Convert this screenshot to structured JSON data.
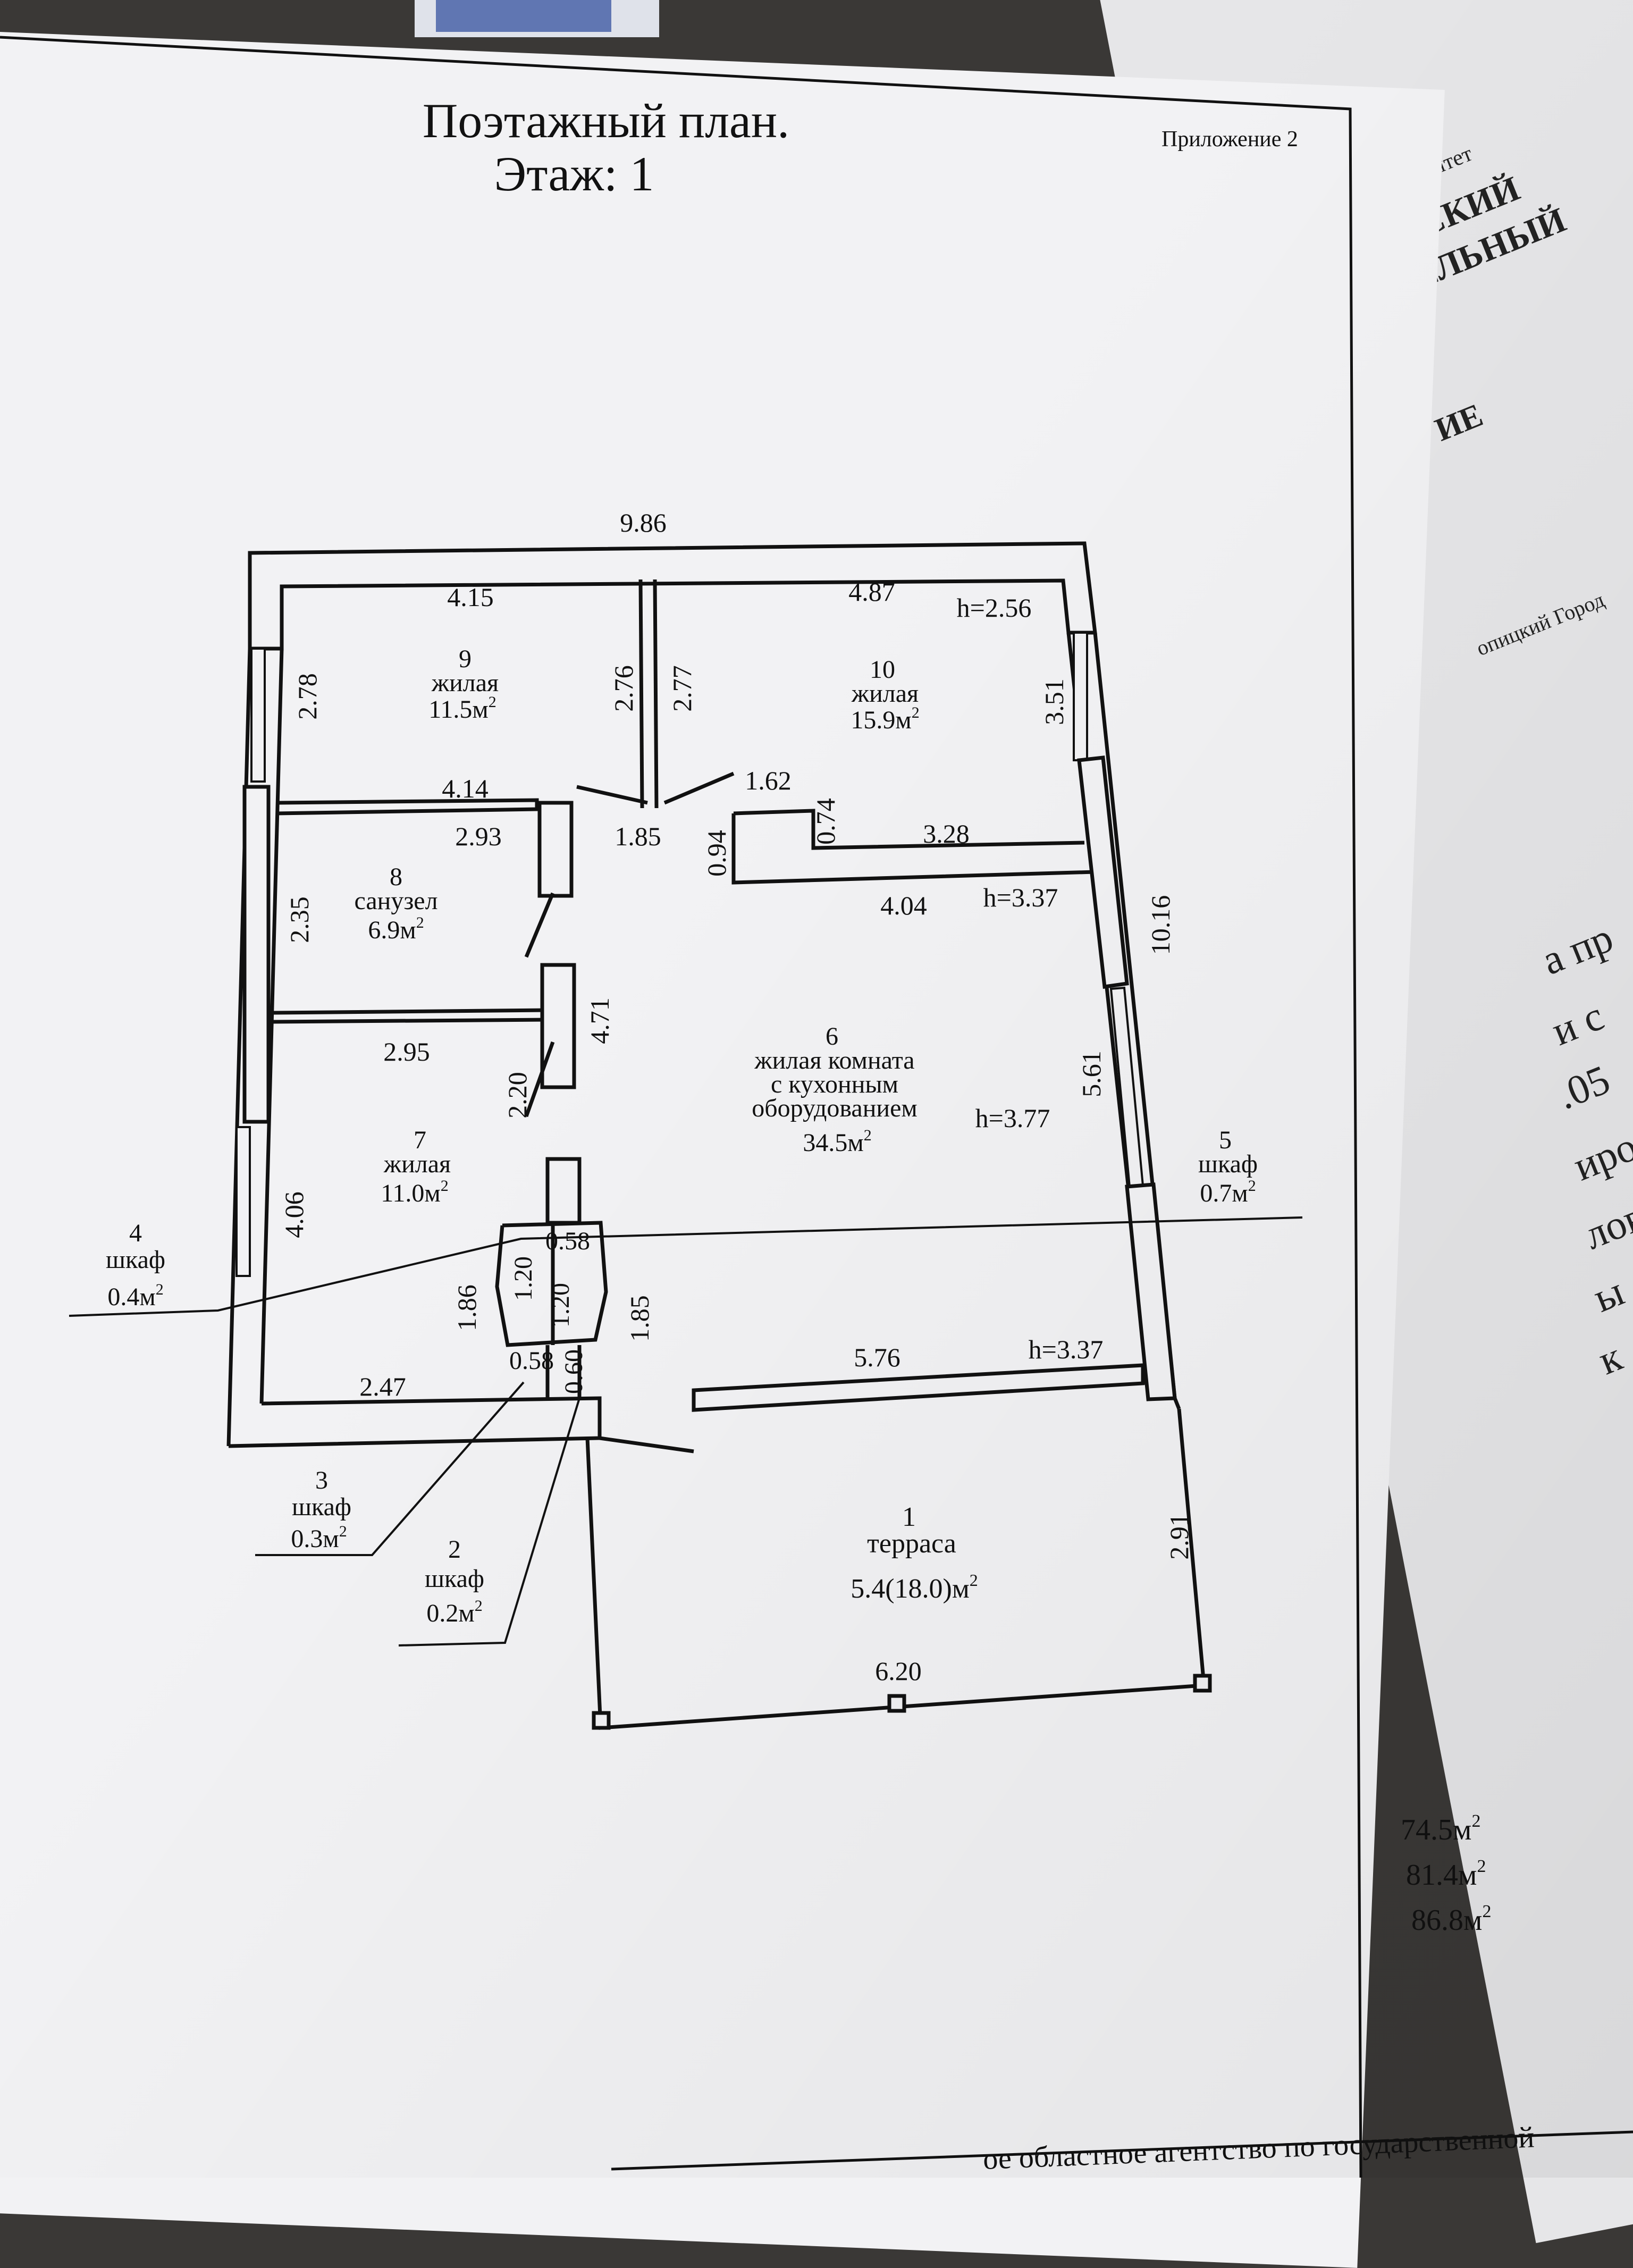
{
  "header": {
    "title_line1": "Поэтажный план.",
    "title_line2": "Этаж: 1",
    "appendix": "Приложение 2"
  },
  "back_sheet": {
    "line1": "комитет",
    "line2": "кский",
    "line3": "ельный",
    "line4": "ие",
    "line5": "опицкий Город",
    "frag1": "а пр",
    "frag2": "и с",
    "frag3": ".05",
    "frag4": "иро",
    "frag5": "лов",
    "frag6": "ы",
    "frag7": "к"
  },
  "rooms": [
    {
      "num": "9",
      "name": "жилая",
      "area": "11.5м",
      "sup": "2"
    },
    {
      "num": "10",
      "name": "жилая",
      "area": "15.9м",
      "sup": "2"
    },
    {
      "num": "8",
      "name": "санузел",
      "area": "6.9м",
      "sup": "2"
    },
    {
      "num": "6",
      "name": "жилая комната",
      "name2": "с кухонным",
      "name3": "оборудованием",
      "area": "34.5м",
      "sup": "2"
    },
    {
      "num": "7",
      "name": "жилая",
      "area": "11.0м",
      "sup": "2"
    },
    {
      "num": "5",
      "name": "шкаф",
      "area": "0.7м",
      "sup": "2"
    },
    {
      "num": "4",
      "name": "шкаф",
      "area": "0.4м",
      "sup": "2"
    },
    {
      "num": "3",
      "name": "шкаф",
      "area": "0.3м",
      "sup": "2"
    },
    {
      "num": "2",
      "name": "шкаф",
      "area": "0.2м",
      "sup": "2"
    },
    {
      "num": "1",
      "name": "терраса",
      "area": "5.4(18.0)м",
      "sup": "2"
    }
  ],
  "dims": {
    "d_9_86": "9.86",
    "d_4_15": "4.15",
    "d_4_87": "4.87",
    "h_2_56": "h=2.56",
    "d_2_78": "2.78",
    "d_2_76": "2.76",
    "d_2_77": "2.77",
    "d_3_51": "3.51",
    "d_4_14": "4.14",
    "d_1_62": "1.62",
    "d_2_93": "2.93",
    "d_1_85a": "1.85",
    "d_0_94": "0.94",
    "d_0_74": "0.74",
    "d_3_28": "3.28",
    "d_4_04": "4.04",
    "h_3_37a": "h=3.37",
    "d_10_16": "10.16",
    "d_2_35": "2.35",
    "d_4_71": "4.71",
    "d_2_95": "2.95",
    "d_2_20": "2.20",
    "h_3_77": "h=3.77",
    "d_5_61": "5.61",
    "d_4_06": "4.06",
    "d_0_58a": "0.58",
    "d_1_20a": "1.20",
    "d_1_20b": "1.20",
    "d_1_86": "1.86",
    "d_1_85b": "1.85",
    "d_0_58b": "0.58",
    "d_0_60": "0.60",
    "d_2_47": "2.47",
    "d_5_76": "5.76",
    "h_3_37b": "h=3.37",
    "d_2_91": "2.91",
    "d_6_20": "6.20"
  },
  "totals": {
    "t1": "74.5м",
    "t2": "81.4м",
    "t3": "86.8м",
    "sup": "2"
  },
  "footer": {
    "text": "ое областное агентство по государственной"
  }
}
